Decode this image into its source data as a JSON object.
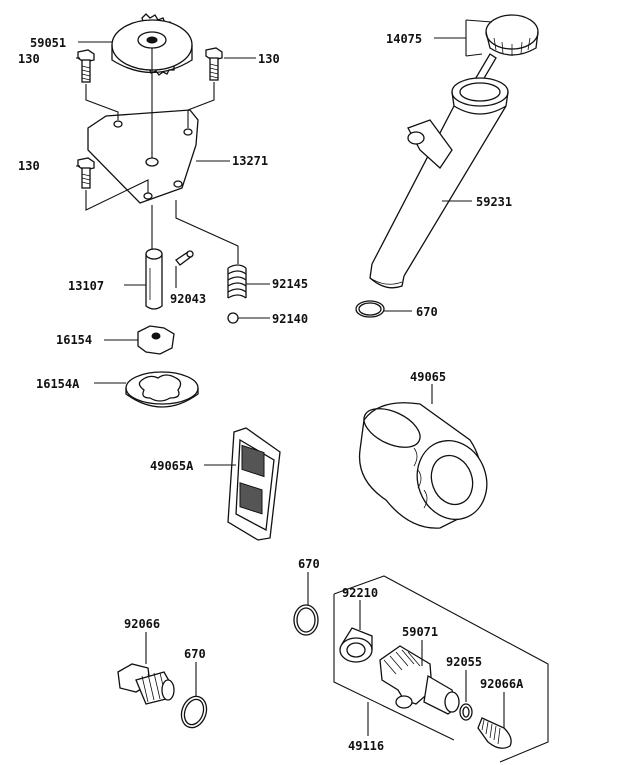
{
  "parts": {
    "p59051": "59051",
    "p130_left_top": "130",
    "p130_right_top": "130",
    "p13271": "13271",
    "p130_left_mid": "130",
    "p13107": "13107",
    "p92043": "92043",
    "p92145": "92145",
    "p92140": "92140",
    "p16154": "16154",
    "p16154A": "16154A",
    "p14075": "14075",
    "p59231": "59231",
    "p670_top": "670",
    "p49065": "49065",
    "p49065A": "49065A",
    "p670_mid": "670",
    "p92210": "92210",
    "p59071": "59071",
    "p92055": "92055",
    "p92066A": "92066A",
    "p49116": "49116",
    "p92066": "92066",
    "p670_bottom": "670"
  }
}
